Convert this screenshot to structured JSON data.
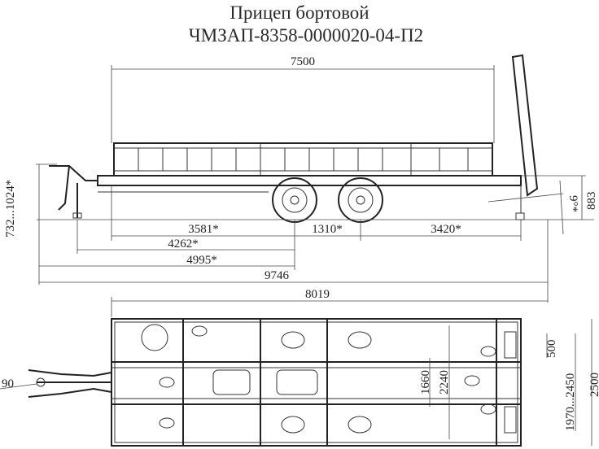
{
  "title": {
    "line1": "Прицеп бортовой",
    "line2": "ЧМЗАП-8358-0000020-04-П2"
  },
  "side_view": {
    "dimensions": {
      "overall_platform": "7500",
      "hitch_height": "732...1024*",
      "rear_height": "883",
      "ramp_angle": "9°*",
      "front_to_axle1": "3581*",
      "axle_base": "1310*",
      "axle2_to_rear": "3420*",
      "support_to_axle": "4262*",
      "eye_to_axle": "4995*",
      "overall_length": "9746"
    }
  },
  "top_view": {
    "dimensions": {
      "length": "8019",
      "hitch_angle": "90",
      "ramp_width": "500",
      "ramp_track": "1970...2450",
      "overall_width": "2500",
      "track_inner": "1660",
      "track_outer": "2240"
    }
  },
  "colors": {
    "line": "#333333",
    "background": "#ffffff"
  }
}
